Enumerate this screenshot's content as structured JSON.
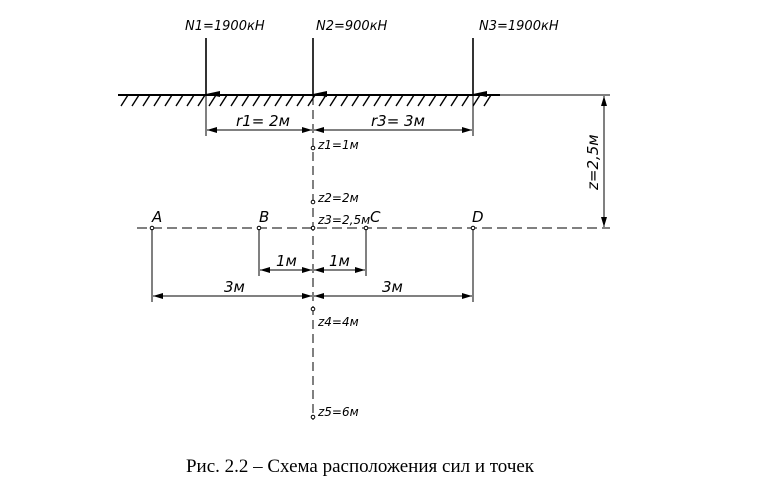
{
  "forces": [
    {
      "id": "N1",
      "label": "N1=1900кН"
    },
    {
      "id": "N2",
      "label": "N2=900кН"
    },
    {
      "id": "N3",
      "label": "N3=1900кН"
    }
  ],
  "distances": {
    "r1": "r1= 2м",
    "r3": "r3= 3м",
    "z_total": "z=2,5м",
    "ab": "3м",
    "bc_left": "1м",
    "bc_right": "1м",
    "cd": "3м"
  },
  "depths": {
    "z1": "z1=1м",
    "z2": "z2=2м",
    "z3": "z3=2,5м",
    "z4": "z4=4м",
    "z5": "z5=6м"
  },
  "points": {
    "A": "A",
    "B": "B",
    "C": "C",
    "D": "D"
  },
  "caption": "Рис. 2.2 – Схема расположения сил и точек"
}
